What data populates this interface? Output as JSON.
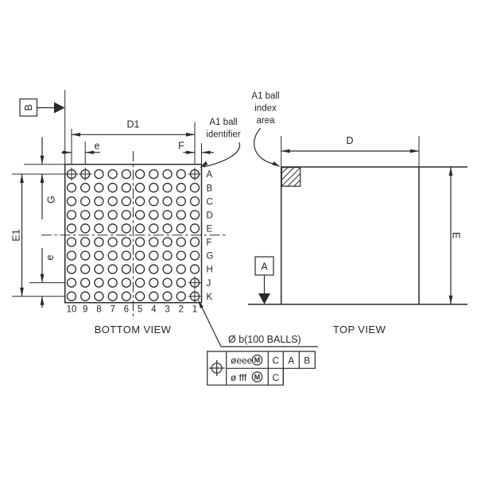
{
  "bottom_view": {
    "caption": "BOTTOM VIEW",
    "row_labels": [
      "A",
      "B",
      "C",
      "D",
      "E",
      "F",
      "G",
      "H",
      "J",
      "K"
    ],
    "col_labels": [
      "10",
      "9",
      "8",
      "7",
      "6",
      "5",
      "4",
      "3",
      "2",
      "1"
    ],
    "crosshair_balls": [
      [
        0,
        0
      ],
      [
        0,
        1
      ],
      [
        0,
        9
      ],
      [
        8,
        9
      ],
      [
        9,
        9
      ]
    ],
    "dim_d1": "D1",
    "dim_e_top": "e",
    "dim_f": "F",
    "dim_e1": "E1",
    "dim_g": "G",
    "dim_e_left": "e",
    "datum_b": "B",
    "a1_identifier_line1": "A1 ball",
    "a1_identifier_line2": "identifier"
  },
  "top_view": {
    "caption": "TOP VIEW",
    "dim_d": "D",
    "dim_e": "E",
    "datum_a": "A",
    "index_note_line1": "A1 ball",
    "index_note_line2": "index",
    "index_note_line3": "area"
  },
  "callout": {
    "ball_spec": "Ø b(100 BALLS)",
    "fcf_row1": {
      "tolerance": "øeee",
      "modifier": "M",
      "datum1": "C",
      "datum2": "A",
      "datum3": "B"
    },
    "fcf_row2": {
      "tolerance": "ø fff",
      "modifier": "M",
      "datum1": "C"
    }
  },
  "colors": {
    "ink": "#2a2a2a",
    "background": "#ffffff"
  }
}
